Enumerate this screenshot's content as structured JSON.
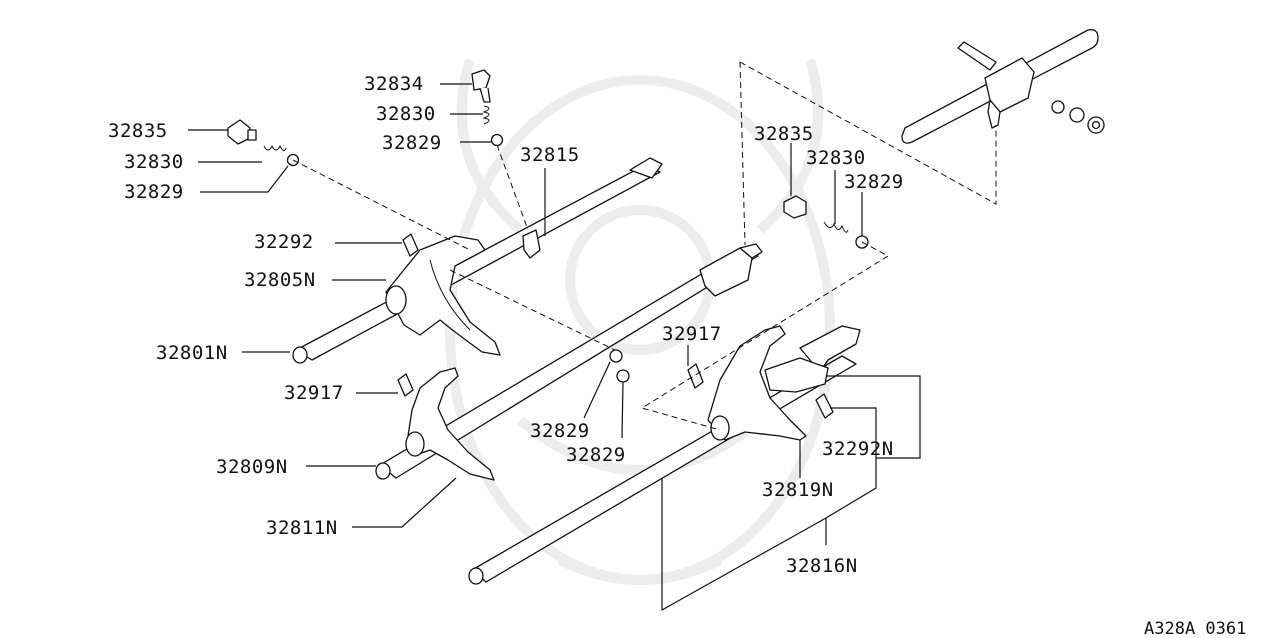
{
  "diagram": {
    "reference_code": "A328A 0361",
    "labels": {
      "l_32834": "32834",
      "l_32830_top": "32830",
      "l_32829_top": "32829",
      "l_32835_left": "32835",
      "l_32830_left": "32830",
      "l_32829_left": "32829",
      "l_32815": "32815",
      "l_32292_left": "32292",
      "l_32805N": "32805N",
      "l_32801N": "32801N",
      "l_32917_left": "32917",
      "l_32809N": "32809N",
      "l_32811N": "32811N",
      "l_32829_mid1": "32829",
      "l_32829_mid2": "32829",
      "l_32917_mid": "32917",
      "l_32835_right": "32835",
      "l_32830_right": "32830",
      "l_32829_right": "32829",
      "l_32292N": "32292N",
      "l_32819N": "32819N",
      "l_32816N": "32816N"
    }
  }
}
